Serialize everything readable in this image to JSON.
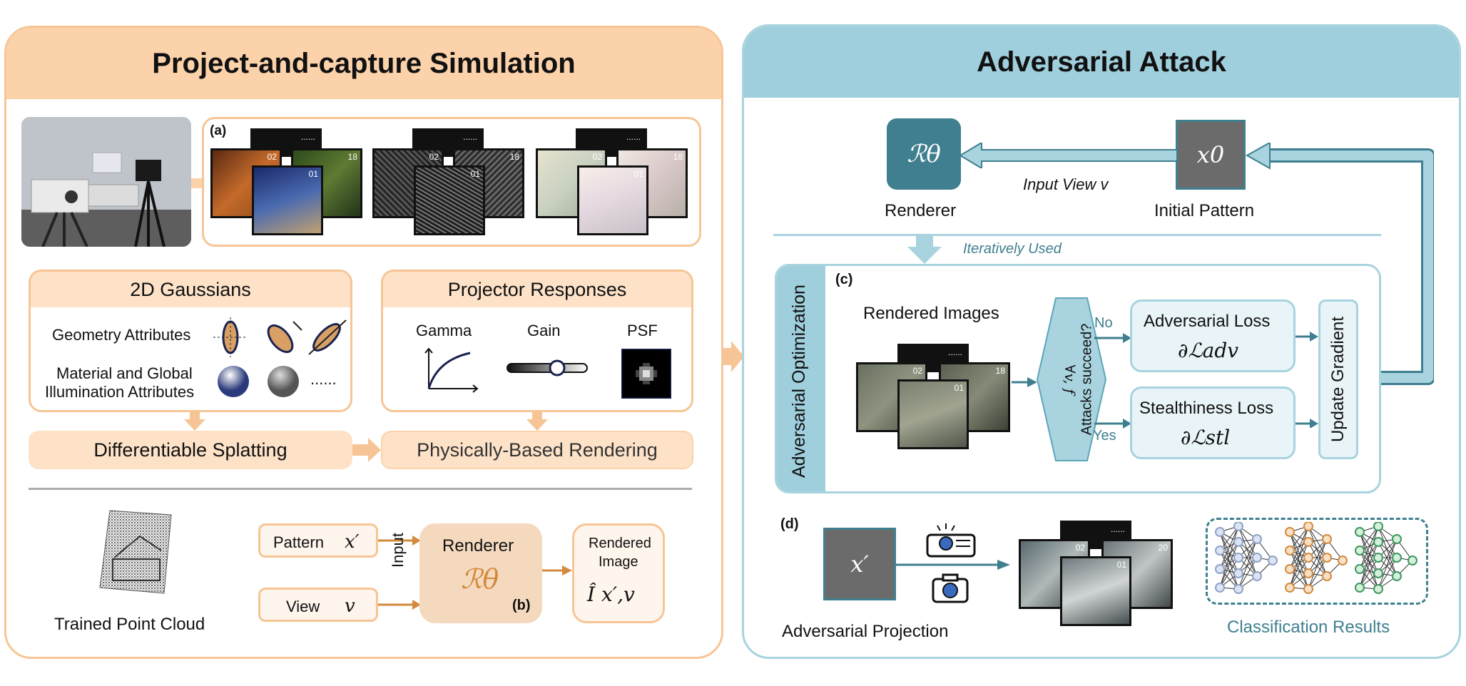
{
  "left": {
    "title": "Project-and-capture Simulation",
    "label_a": "(a)",
    "label_b": "(b)",
    "thumb_labels": {
      "back": "......",
      "mid": "02",
      "right": "18",
      "front": "01"
    },
    "gaussians": {
      "title": "2D Gaussians",
      "geometry": "Geometry Attributes",
      "material_line1": "Material and Global",
      "material_line2": "Illumination Attributes",
      "ellipsis": "......"
    },
    "projector": {
      "title": "Projector Responses",
      "gamma": "Gamma",
      "gain": "Gain",
      "psf": "PSF"
    },
    "splatting": "Differentiable Splatting",
    "pbr": "Physically-Based Rendering",
    "point_cloud": "Trained Point Cloud",
    "pattern_label": "Pattern",
    "pattern_sym": "x′",
    "view_label": "View",
    "view_sym": "v",
    "input_label": "Input",
    "renderer_label": "Renderer",
    "renderer_sym": "ℛθ",
    "rendered_line1": "Rendered",
    "rendered_line2": "Image",
    "rendered_sym": "Î x′,v"
  },
  "right": {
    "title": "Adversarial Attack",
    "renderer_sym": "ℛθ",
    "renderer_label": "Renderer",
    "x0_sym": "x0",
    "initial_label": "Initial Pattern",
    "input_view": "Input View v",
    "iteratively": "Iteratively Used",
    "label_c": "(c)",
    "label_d": "(d)",
    "adv_opt": "Adversarial Optimization",
    "rendered_images": "Rendered Images",
    "attack_q1": "∀v, f",
    "attack_q2": "Attacks succeed?",
    "no": "No",
    "yes": "Yes",
    "adv_loss": "Adversarial Loss",
    "adv_loss_sym": "∂ℒadv",
    "stl_loss": "Stealthiness Loss",
    "stl_loss_sym": "∂ℒstl",
    "update": "Update Gradient",
    "x_prime": "x′",
    "adv_projection": "Adversarial Projection",
    "classification": "Classification Results",
    "thumb_labels_c": {
      "back": "......",
      "mid": "02",
      "right": "18",
      "front": "01"
    },
    "thumb_labels_d": {
      "back": "......",
      "mid": "02",
      "right": "20",
      "front": "01"
    }
  },
  "colors": {
    "orange_border": "#f7c595",
    "orange_fill": "#fde2c8",
    "teal": "#9fcfdc",
    "teal_dark": "#3f7f8f",
    "arrow_orange": "#d38a3c"
  }
}
